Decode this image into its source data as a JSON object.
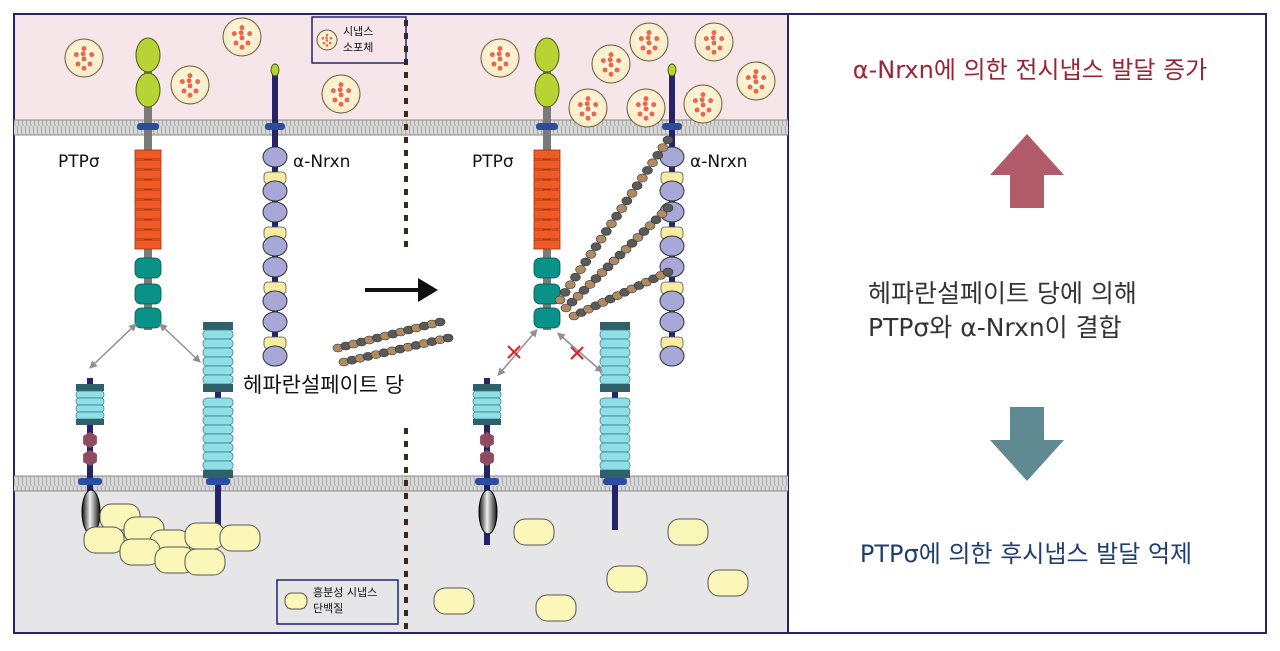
{
  "labels": {
    "vesicle_legend": [
      "시냅스",
      "소포체"
    ],
    "ptp_left": "PTPσ",
    "nrxn_left": "α-Nrxn",
    "ptp_right": "PTPσ",
    "nrxn_right": "α-Nrxn",
    "heparan": "헤파란설페이트 당",
    "scaffold_legend": [
      "흥분성 시냅스",
      "단백질"
    ]
  },
  "summary": {
    "top": "α-Nrxn에 의한 전시냅스 발달 증가",
    "middle_line1": "헤파란설페이트 당에 의해",
    "middle_line2": "PTPσ와 α-Nrxn이 결합",
    "bottom": "PTPσ에 의한 후시냅스 발달 억제"
  },
  "colors": {
    "presynaptic_bg": "#f7e6e9",
    "postsynaptic_bg": "#e6e6e8",
    "navy": "#25246a",
    "ptp_fn3": "#f05a24",
    "ptp_ig": "#0a9188",
    "ptp_head": "#b7d334",
    "nrxn_lns": "#a8a8d8",
    "nrxn_egf": "#f7eca0",
    "receptor": "#8fdfe6",
    "receptor_dark": "#30606a",
    "hexagon": "#8f4b5f",
    "scaffold": "#fbf7b8",
    "vesicle_dot": "#f0654a",
    "vesicle_fill": "#fbf4d8",
    "sugar_bead": "#b08a60",
    "sugar_bead_dark": "#5a5a5a",
    "up_arrow": "#b05a6a",
    "down_arrow": "#5f8a92",
    "text_top": "#9b2335",
    "text_bottom": "#1e3e70",
    "text_middle": "#333333",
    "blocked_x": "#e02020"
  }
}
